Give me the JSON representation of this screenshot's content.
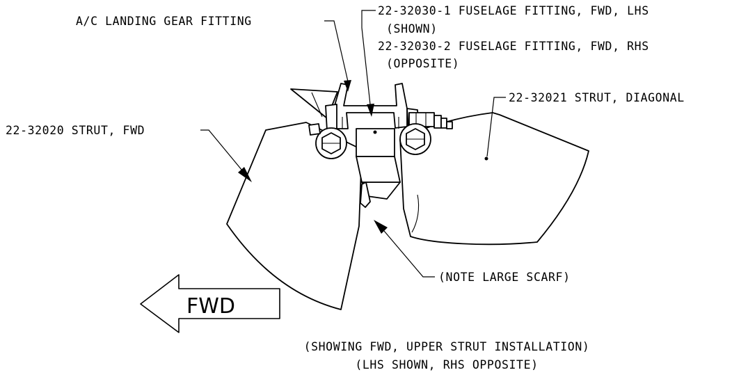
{
  "callouts": {
    "landing_gear_fitting": "A/C LANDING GEAR FITTING",
    "fuselage_fitting_lhs": "22-32030-1 FUSELAGE FITTING, FWD, LHS",
    "fuselage_fitting_lhs_sub": "(SHOWN)",
    "fuselage_fitting_rhs": "22-32030-2 FUSELAGE FITTING, FWD, RHS",
    "fuselage_fitting_rhs_sub": "(OPPOSITE)",
    "strut_diagonal": "22-32021 STRUT, DIAGONAL",
    "strut_fwd": "22-32020 STRUT, FWD",
    "note_scarf": "(NOTE LARGE SCARF)"
  },
  "direction_arrow": {
    "label": "FWD"
  },
  "caption": {
    "line1": "(SHOWING FWD, UPPER STRUT INSTALLATION)",
    "line2": "(LHS SHOWN, RHS OPPOSITE)"
  }
}
